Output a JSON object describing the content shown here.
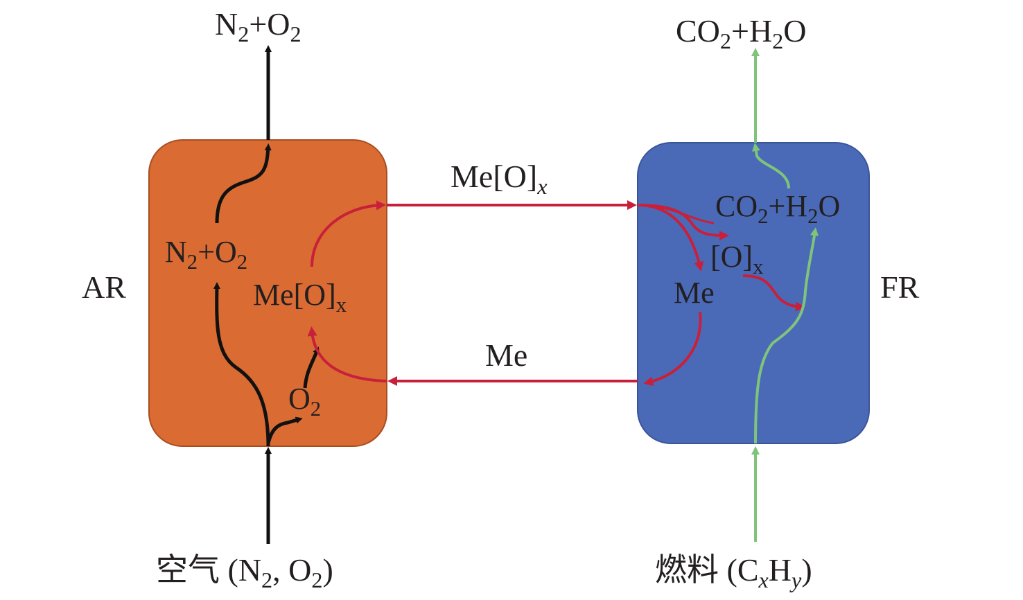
{
  "reactors": {
    "air": {
      "name": "AR",
      "color": "#d96b33"
    },
    "fuel": {
      "name": "FR",
      "color": "#4a6ab8"
    }
  },
  "streams": {
    "air_out": {
      "a": "N",
      "b": "2",
      "c": "+O",
      "d": "2"
    },
    "air_in": {
      "prefix": "空气 (N",
      "b": "2",
      "c": ", O",
      "d": "2",
      "e": ")"
    },
    "fuel_out": {
      "a": "CO",
      "b": "2",
      "c": "+H",
      "d": "2",
      "e": "O"
    },
    "fuel_in": {
      "prefix": "燃料 (C",
      "b": "x",
      "c": "H",
      "d": "y",
      "e": ")"
    }
  },
  "ar_internal": {
    "n2o2": {
      "a": "N",
      "b": "2",
      "c": "+O",
      "d": "2"
    },
    "meo": {
      "a": "Me[O]",
      "b": "x"
    },
    "o2": {
      "a": "O",
      "b": "2"
    }
  },
  "fr_internal": {
    "co2h2o": {
      "a": "CO",
      "b": "2",
      "c": "+H",
      "d": "2",
      "e": "O"
    },
    "ox": {
      "a": "[O]",
      "b": "x"
    },
    "me": "Me"
  },
  "transfer": {
    "oxidized": {
      "a": "Me[O]",
      "b": "x"
    },
    "reduced": "Me"
  },
  "colors": {
    "black_stream": "#111111",
    "red_stream": "#c8203a",
    "green_stream": "#7fc47a"
  }
}
